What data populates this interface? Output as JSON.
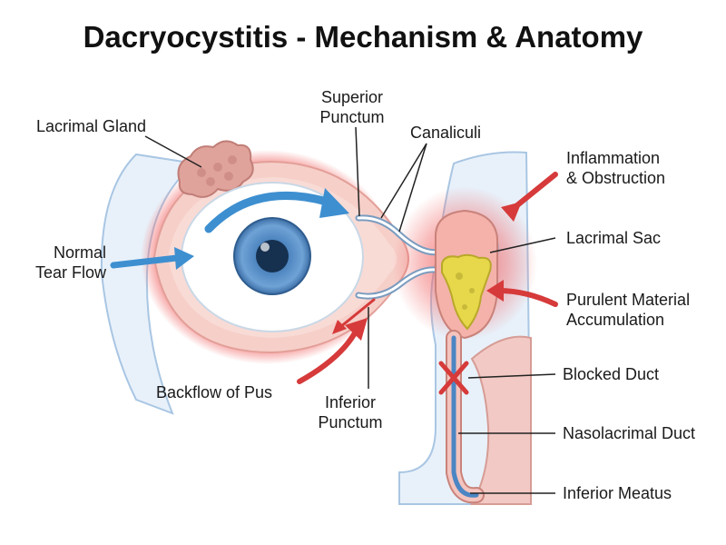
{
  "title": "Dacryocystitis - Mechanism & Anatomy",
  "labels": {
    "lacrimal_gland": "Lacrimal Gland",
    "superior_punctum_1": "Superior",
    "superior_punctum_2": "Punctum",
    "canaliculi": "Canaliculi",
    "inflammation_1": "Inflammation",
    "inflammation_2": "& Obstruction",
    "normal_tear_1": "Normal",
    "normal_tear_2": "Tear Flow",
    "lacrimal_sac": "Lacrimal Sac",
    "purulent_1": "Purulent Material",
    "purulent_2": "Accumulation",
    "blocked_duct": "Blocked Duct",
    "backflow": "Backflow of Pus",
    "inferior_punctum_1": "Inferior",
    "inferior_punctum_2": "Punctum",
    "nasolacrimal_duct": "Nasolacrimal Duct",
    "inferior_meatus": "Inferior Meatus"
  },
  "colors": {
    "tear_flow_arrow": "#3d8fd0",
    "inflammation_arrow": "#d63a3a",
    "inflammation_glow": "#f26a6a",
    "pus": "#e6d84a",
    "iris": "#5b8ec4",
    "duct_channel": "#4b86c4",
    "tissue": "#f2c9c4"
  },
  "icons": {
    "blocked": "x-mark-icon",
    "tear_flow": "arrow-icon",
    "inflammation": "arrow-icon"
  }
}
